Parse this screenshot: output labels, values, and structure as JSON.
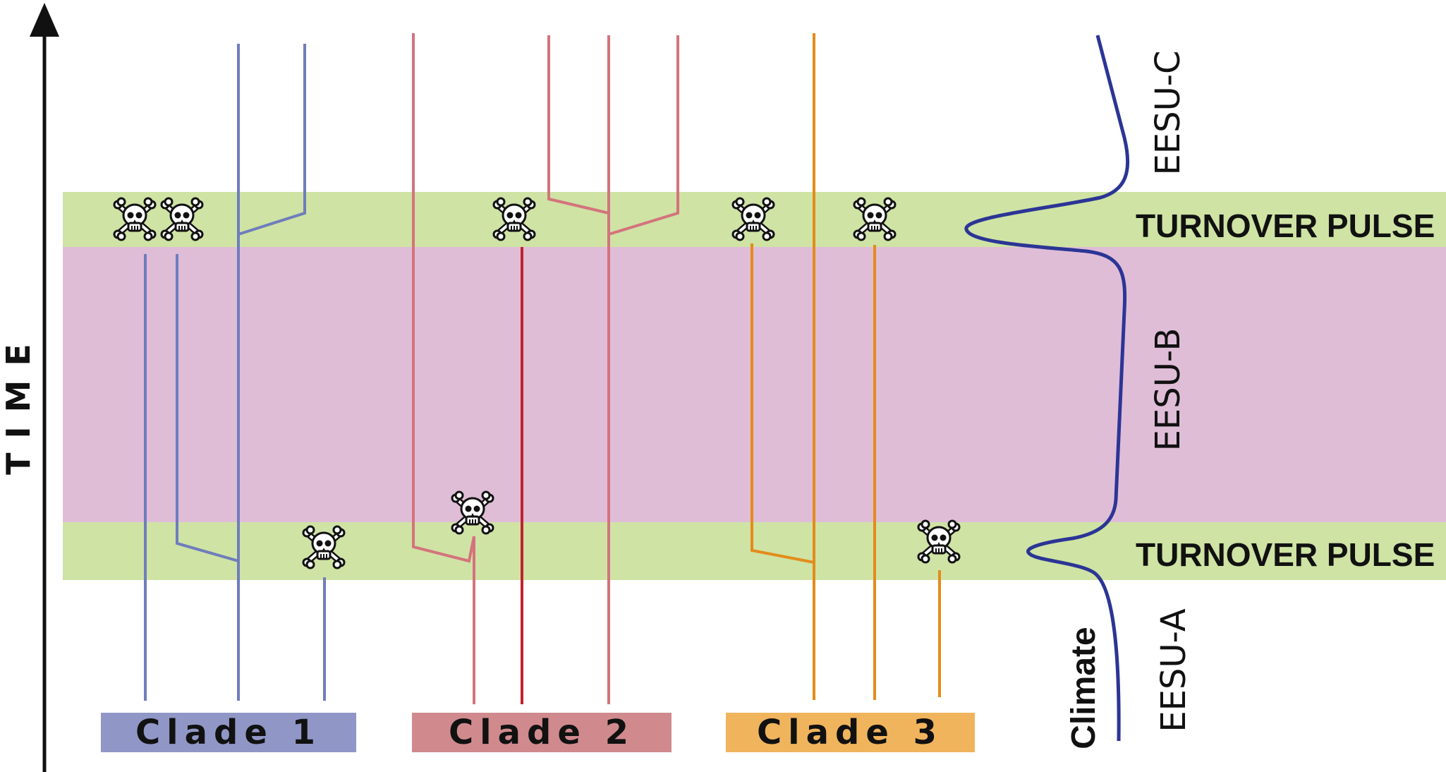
{
  "axis": {
    "label": "TIME"
  },
  "bands": {
    "pulse_upper": {
      "label": "TURNOVER PULSE",
      "color": "#cfe3a4"
    },
    "eesu_b_band": {
      "color": "#dfbdd7"
    },
    "pulse_lower": {
      "label": "TURNOVER PULSE",
      "color": "#cfe3a4"
    }
  },
  "eesu": {
    "c": "EESU-C",
    "b": "EESU-B",
    "a": "EESU-A"
  },
  "climate": {
    "label": "Climate",
    "color": "#2b3595"
  },
  "clades": [
    {
      "label": "Clade 1",
      "box_color": "#9097c6",
      "line_color": "#6f7dbd"
    },
    {
      "label": "Clade 2",
      "box_color": "#d08a8e",
      "line_color": "#d4737d"
    },
    {
      "label": "Clade 3",
      "box_color": "#f0b45c",
      "line_color": "#e38c1c"
    }
  ],
  "extinction_marker": {
    "icon": "skull-and-crossbones-icon"
  }
}
